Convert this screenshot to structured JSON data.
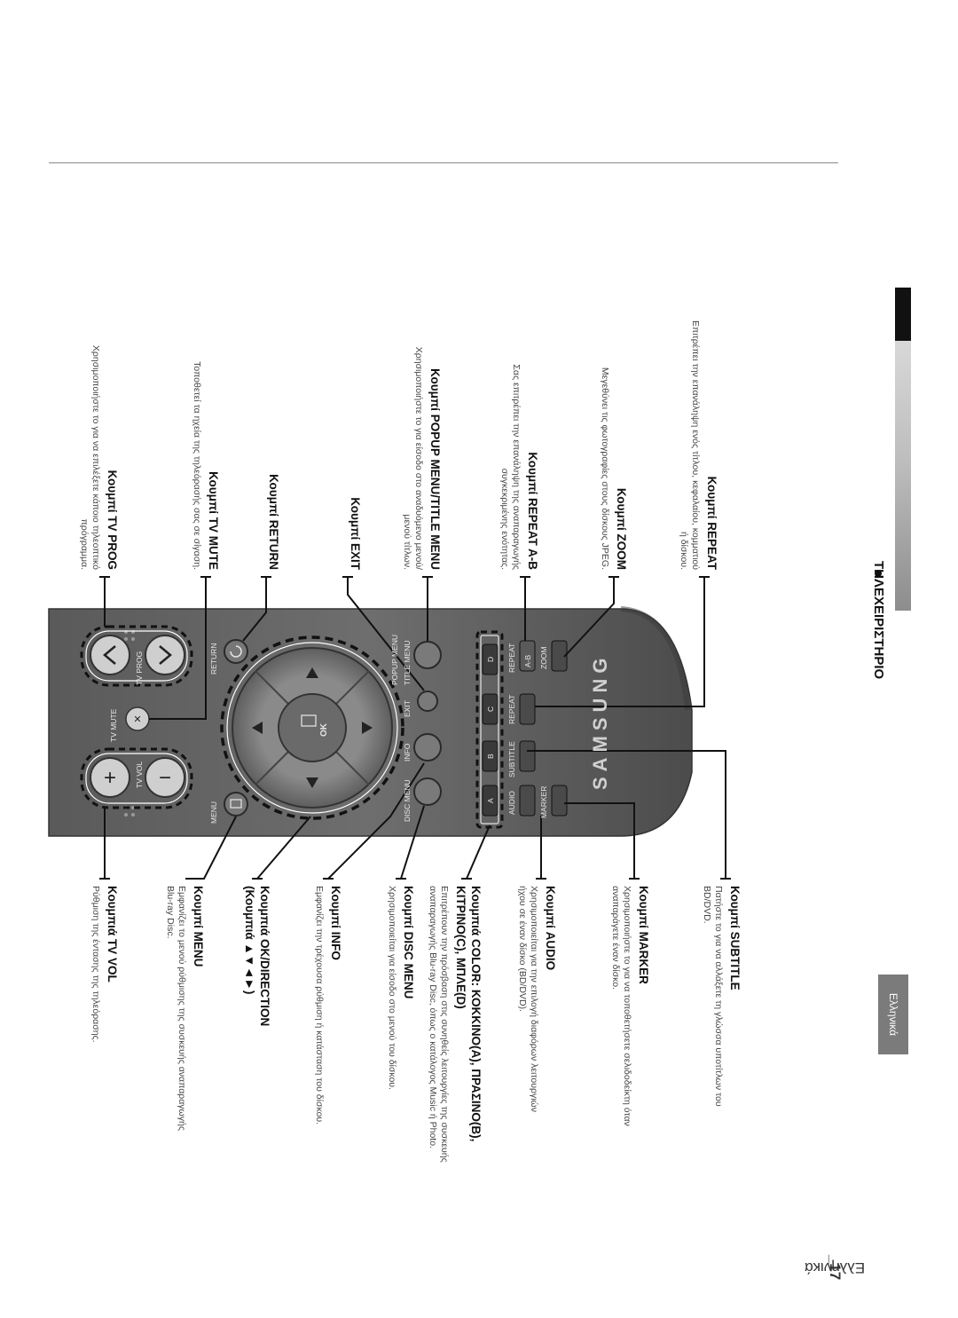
{
  "section": {
    "title": "ΤΗΛΕΧΕΙΡΙΣΤΗΡΙΟ"
  },
  "footer": {
    "lang_word": "Ελληνικά",
    "page_num": "_17"
  },
  "side_tab": {
    "lang": "Ελληνικά"
  },
  "remote": {
    "brand": "SAMSUNG",
    "keys": {
      "menu": "MENU",
      "tv_vol": "TV VOL",
      "tv_mute": "TV MUTE",
      "tv_prog": "TV PROG",
      "return": "RETURN",
      "ok": "OK",
      "disc_menu": "DISC MENU",
      "info": "INFO",
      "exit": "EXIT",
      "popup_menu": "POPUP MENU",
      "title_menu": "TITLE MENU",
      "a": "A",
      "b": "B",
      "c": "C",
      "d": "D",
      "audio": "AUDIO",
      "subtitle": "SUBTITLE",
      "repeat": "REPEAT",
      "repeat_ab": "REPEAT",
      "ab": "A-B",
      "marker": "MARKER",
      "zoom": "ZOOM"
    }
  },
  "left_callouts": [
    {
      "title": [
        "Κουμπιά TV VOL"
      ],
      "desc": [
        "Ρύθμιση της έντασης της τηλεόρασης."
      ]
    },
    {
      "title": [
        "Κουμπί MENU"
      ],
      "desc": [
        "Εμφανίζει το μενού ρύθμισης της συσκευής αναπαραγωγής",
        "Blu-ray Disc."
      ]
    },
    {
      "title": [
        "Κουμπιά OK/DIRECTION",
        "(Κουμπιά ▲▼◄►)"
      ],
      "desc": []
    },
    {
      "title": [
        "Κουμπί INFO"
      ],
      "desc": [
        "Εμφανίζει την τρέχουσα ρύθμιση ή κατάσταση του δίσκου."
      ]
    },
    {
      "title": [
        "Κουμπί DISC MENU"
      ],
      "desc": [
        "Χρησιμοποιείται για είσοδο στο μενού του δίσκου."
      ]
    },
    {
      "title": [
        "Κουμπιά COLOR: ΚΟΚΚΙΝΟ(A), ΠΡΑΣΙΝΟ(B),",
        "ΚΙΤΡΙΝΟ(C), ΜΠΛΕ(D)"
      ],
      "desc": [
        "Επιτρέπουν την πρόσβαση στις συνηθείς λειτουργίες της συσκευής",
        "αναπαραγωγής Blu-ray Disc, όπως ο κατάλογος Music ή Photo."
      ]
    },
    {
      "title": [
        "Κουμπί AUDIO"
      ],
      "desc": [
        "Χρησιμοποιείται για την επιλογή διαφόρων λειτουργιών",
        "ήχου σε έναν δίσκο (BD/DVD)."
      ]
    },
    {
      "title": [
        "Κουμπί MARKER"
      ],
      "desc": [
        "Χρησιμοποιήστε το για να τοποθετήσετε σελιδοδείκτη όταν",
        "αναπαράγετε έναν δίσκο."
      ]
    },
    {
      "title": [
        "Κουμπί SUBTITLE"
      ],
      "desc": [
        "Πατήστε το για να αλλάξετε τη γλώσσα υποτίτλων του",
        "BD/DVD."
      ]
    }
  ],
  "right_callouts": [
    {
      "title": [
        "Κουμπί TV PROG"
      ],
      "desc": [
        "Χρησιμοποιήστε το για να επιλέξετε κάποιο τηλεοπτικό",
        "πρόγραμμα."
      ]
    },
    {
      "title": [
        "Κουμπί TV MUTE"
      ],
      "desc": [
        "Τοποθετεί τα ηχεία της τηλεόρασής σας σε σίγαση."
      ]
    },
    {
      "title": [
        "Κουμπί RETURN"
      ],
      "desc": []
    },
    {
      "title": [
        "Κουμπί EXIT"
      ],
      "desc": []
    },
    {
      "title": [
        "Κουμπί POPUP MENU/TITLE MENU"
      ],
      "desc": [
        "Χρησιμοποιήστε το για είσοδο στο αναδυόμενο μενού/",
        "μενού τίτλων."
      ]
    },
    {
      "title": [
        "Κουμπί REPEAT A-B"
      ],
      "desc": [
        "Σας επιτρέπει την επανάληψη της αναπαραγωγής",
        "συγκεκριμένης ενότητας."
      ]
    },
    {
      "title": [
        "Κουμπί ZOOM"
      ],
      "desc": [
        "Μεγεθύνει τις φωτογραφίες στους δίσκους JPEG."
      ]
    },
    {
      "title": [
        "Κουμπί REPEAT"
      ],
      "desc": [
        "Επιτρέπει την επανάληψη ενός τίτλου, κεφαλαίου, κομματιού",
        "ή δίσκου."
      ]
    }
  ]
}
